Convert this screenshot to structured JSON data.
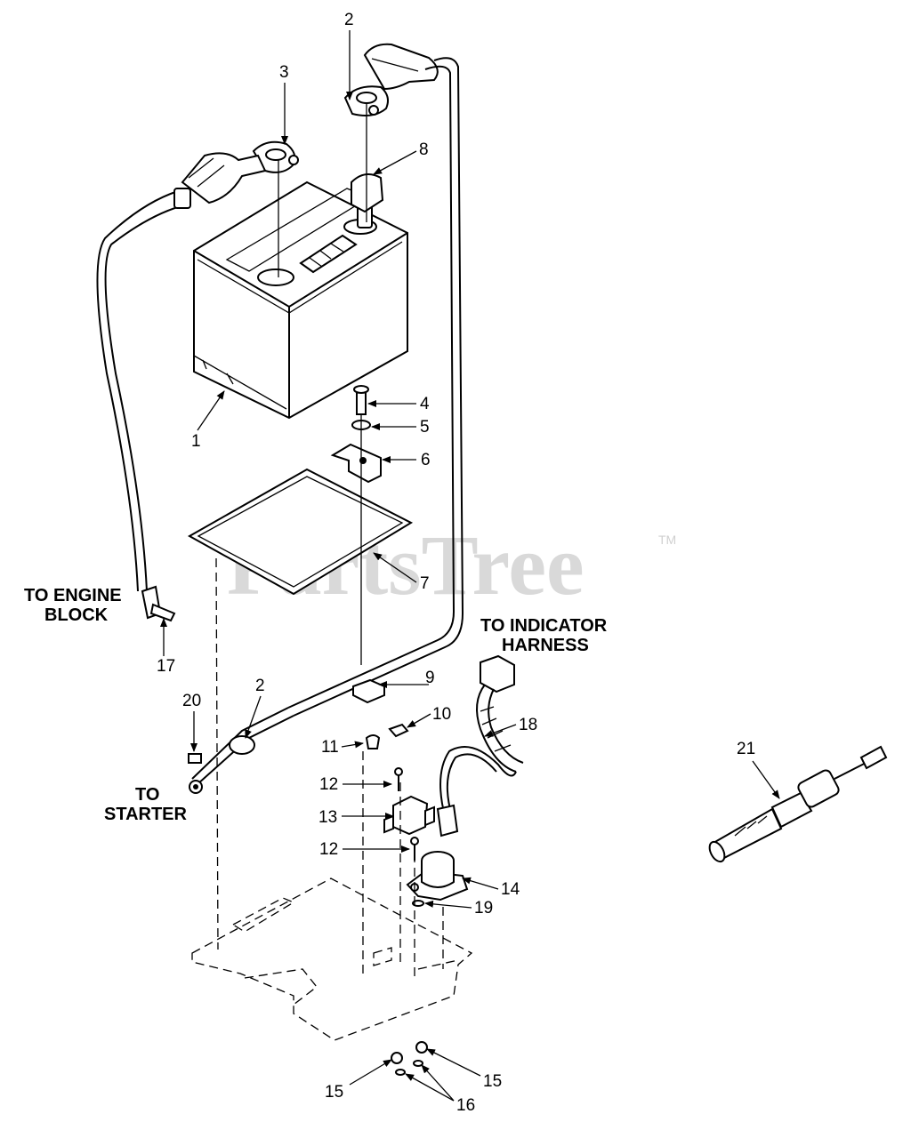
{
  "watermark": {
    "text": "PartsTree",
    "trademark": "TM"
  },
  "labels": {
    "to_engine_block_1": "TO ENGINE",
    "to_engine_block_2": "BLOCK",
    "to_indicator_harness_1": "TO INDICATOR",
    "to_indicator_harness_2": "HARNESS",
    "to_starter_1": "TO",
    "to_starter_2": "STARTER"
  },
  "callouts": {
    "c1": "1",
    "c2_top": "2",
    "c2_bottom": "2",
    "c3": "3",
    "c4": "4",
    "c5": "5",
    "c6": "6",
    "c7": "7",
    "c8": "8",
    "c9": "9",
    "c10": "10",
    "c11": "11",
    "c12_top": "12",
    "c12_bottom": "12",
    "c13": "13",
    "c14": "14",
    "c15_left": "15",
    "c15_right": "15",
    "c16": "16",
    "c17": "17",
    "c18": "18",
    "c19": "19",
    "c20": "20",
    "c21": "21"
  }
}
